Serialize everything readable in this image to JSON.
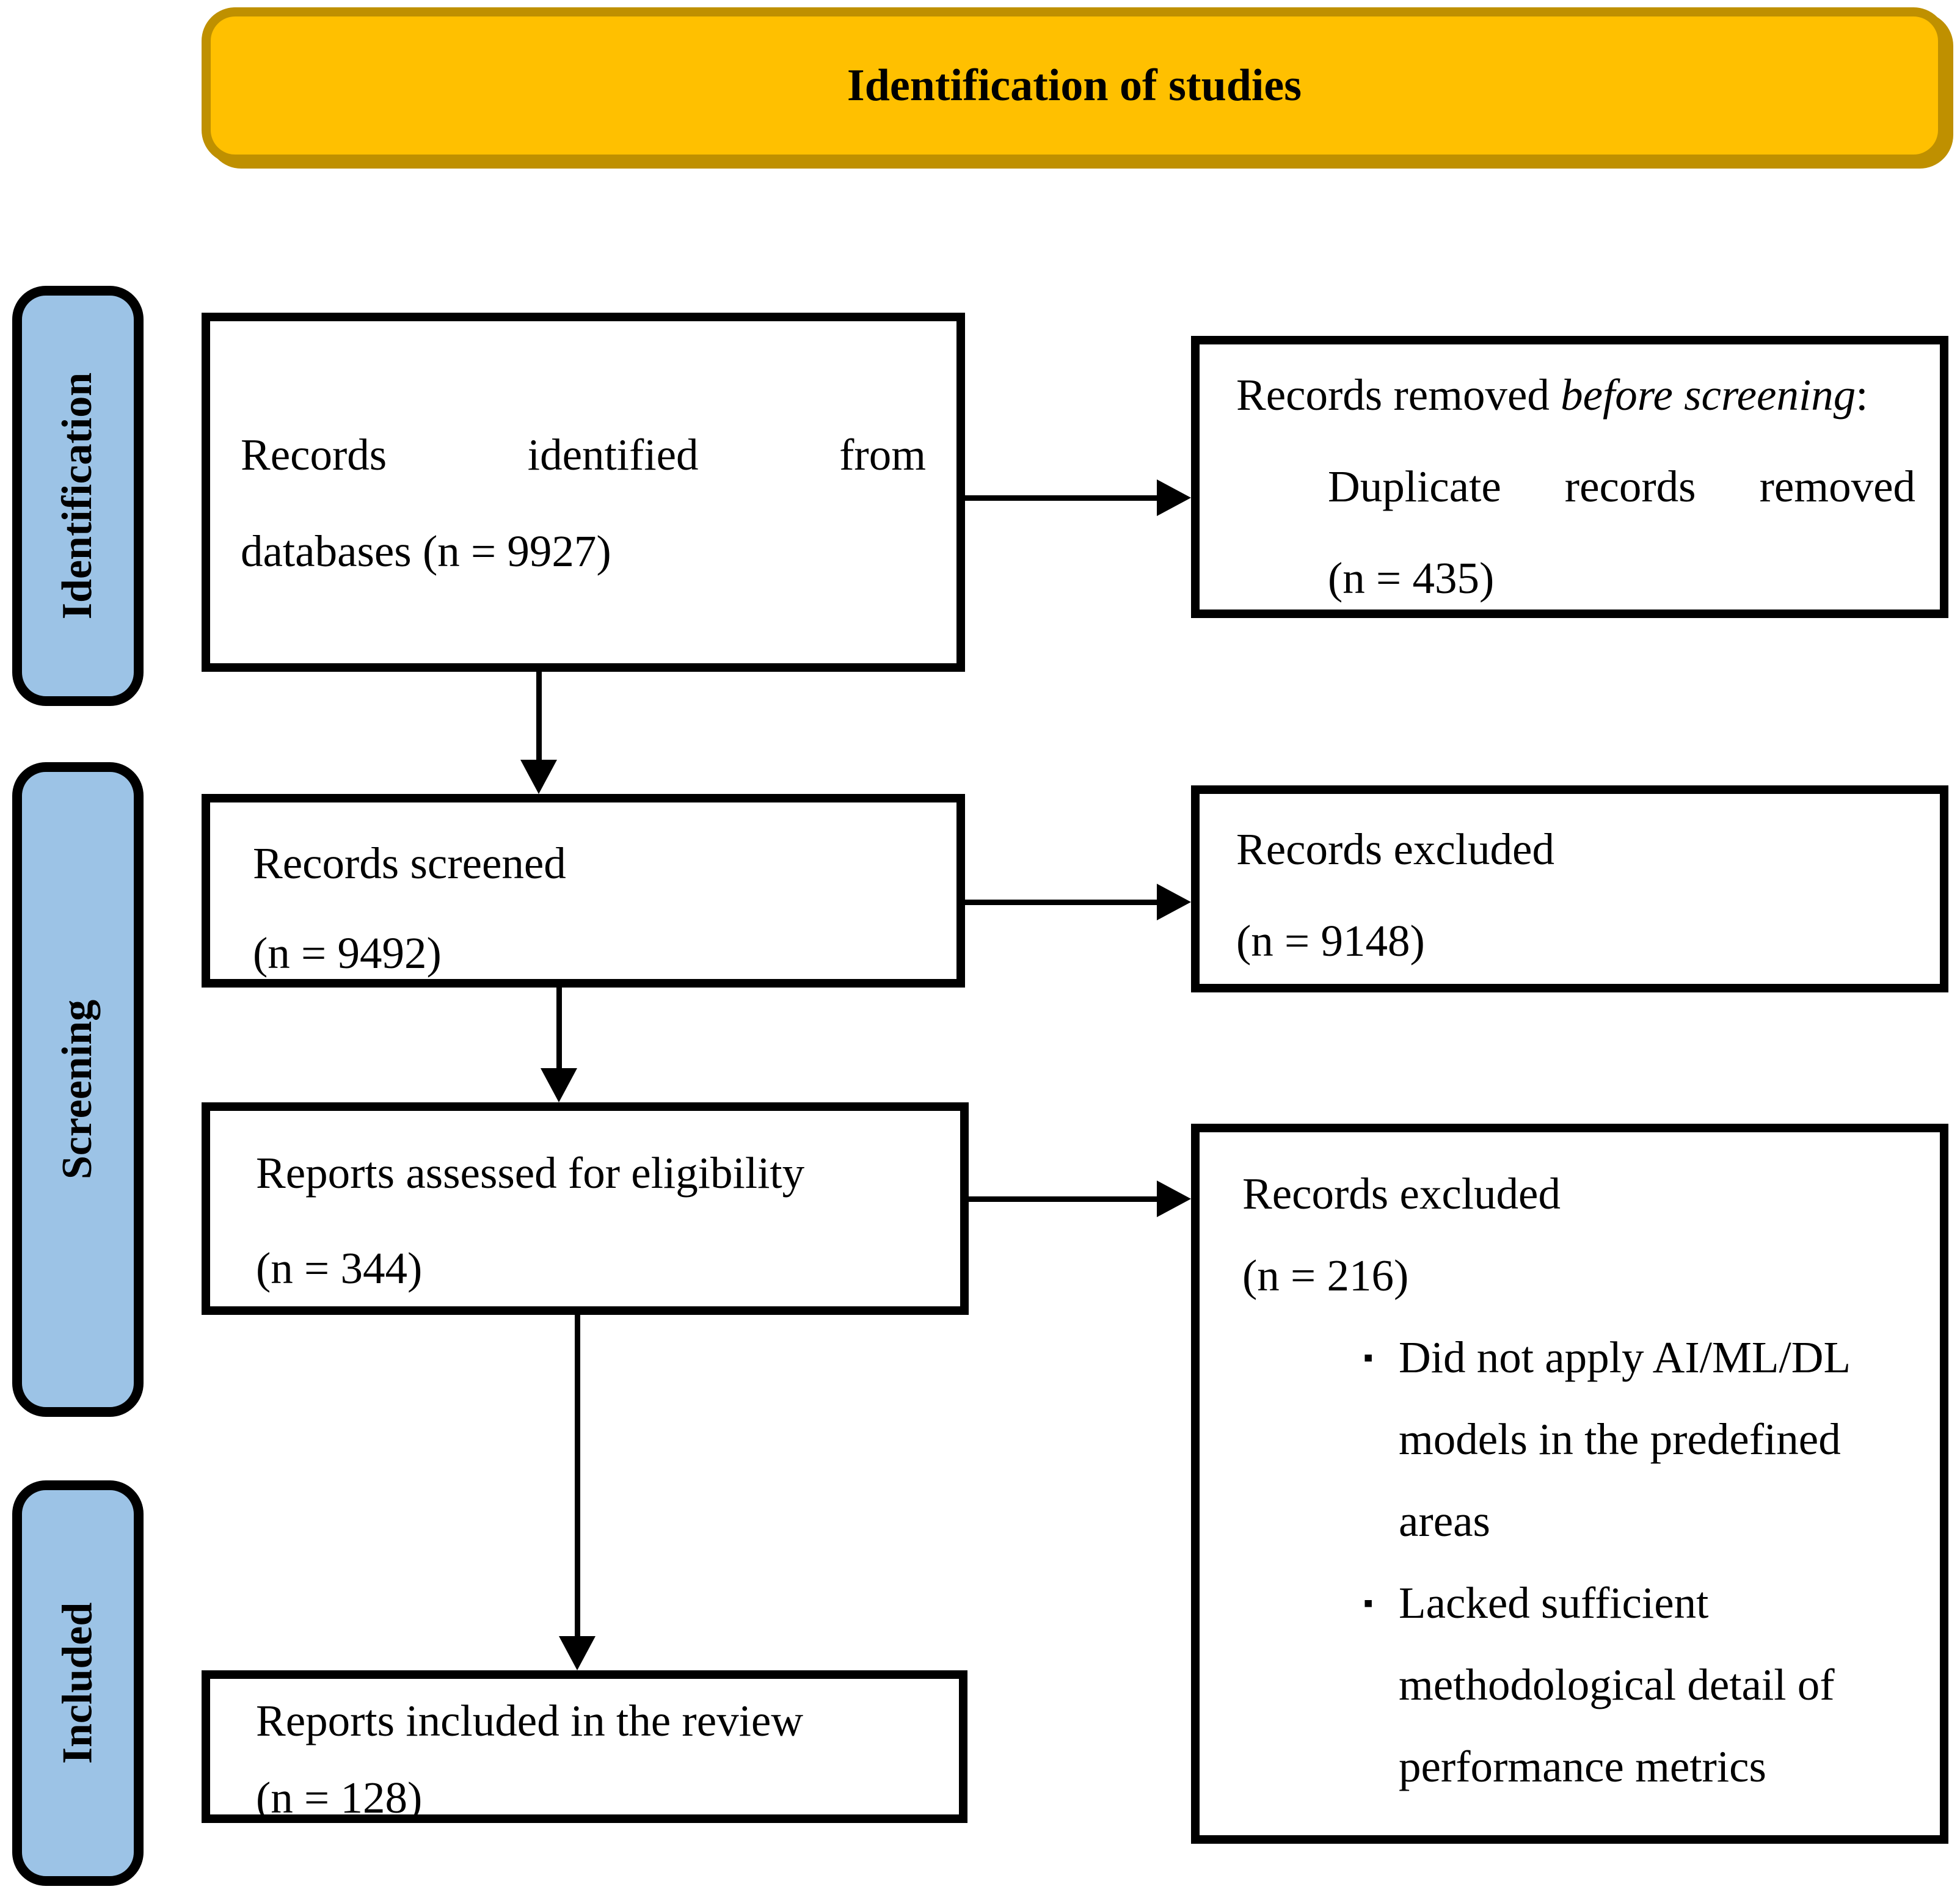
{
  "title": "Identification of studies",
  "colors": {
    "title_bg": "#FFC000",
    "title_border": "#BF9000",
    "sidebar_bg": "#9CC3E6",
    "sidebar_border": "#000000",
    "box_border": "#000000",
    "arrow": "#000000",
    "text": "#000000"
  },
  "sidebar": {
    "identification": "Identification",
    "screening": "Screening",
    "included": "Included"
  },
  "boxes": {
    "identified": {
      "line1": "Records identified from",
      "line2": "databases (n = 9927)"
    },
    "removed": {
      "line1_prefix": "Records removed ",
      "line1_italic": "before screening",
      "line1_suffix": ":",
      "line2": "Duplicate records removed",
      "line3": "(n = 435)"
    },
    "screened": {
      "line1": "Records screened",
      "line2": "(n = 9492)"
    },
    "excluded_screening": {
      "line1": "Records excluded",
      "line2": "(n = 9148)"
    },
    "assessed": {
      "line1": "Reports assessed for eligibility",
      "line2": "(n = 344)"
    },
    "excluded_eligibility": {
      "line1": "Records excluded",
      "line2": "(n = 216)",
      "bullet_marker": "▪",
      "bullet1": "Did not apply AI/ML/DL\nmodels in the predefined\nareas",
      "bullet2": "Lacked sufficient\nmethodological detail of\nperformance metrics"
    },
    "included": {
      "line1": "Reports included in the review",
      "line2": "(n = 128)"
    }
  }
}
